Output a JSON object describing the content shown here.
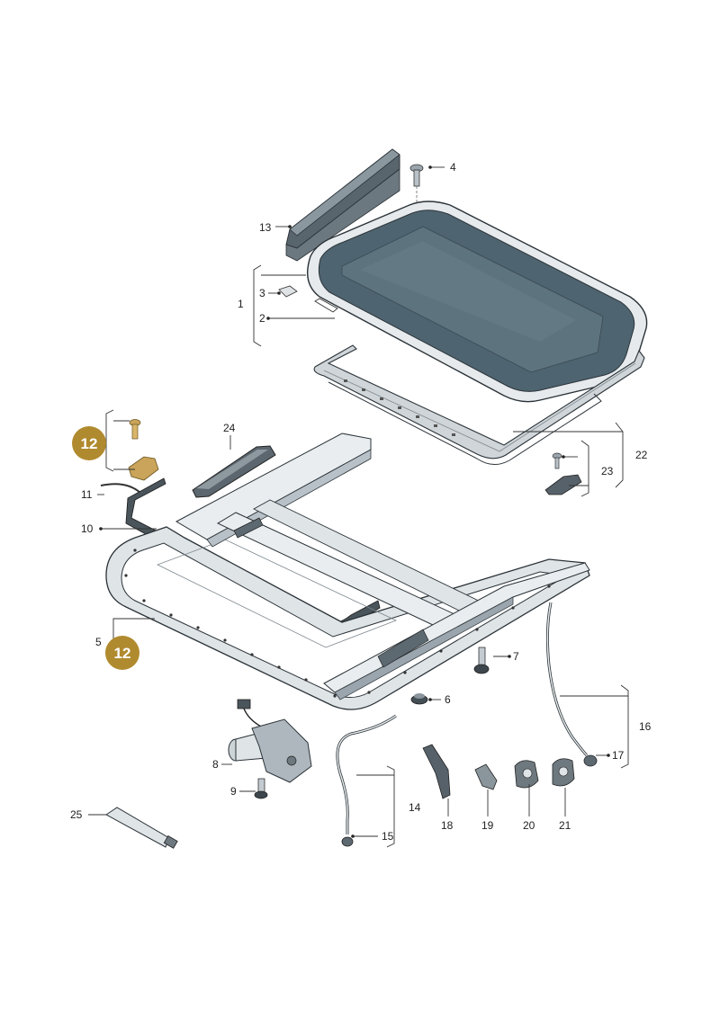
{
  "labels": {
    "p1": "1",
    "p2": "2",
    "p3": "3",
    "p4": "4",
    "p5": "5",
    "p6": "6",
    "p7": "7",
    "p8": "8",
    "p9": "9",
    "p10": "10",
    "p11": "11",
    "p13": "13",
    "p14": "14",
    "p15": "15",
    "p16": "16",
    "p17": "17",
    "p18": "18",
    "p19": "19",
    "p20": "20",
    "p21": "21",
    "p22": "22",
    "p23": "23",
    "p24": "24",
    "p25": "25"
  },
  "badges": {
    "b1": "12",
    "b2": "12"
  },
  "colors": {
    "badge": "#b08a2e",
    "glass": "#4e6470",
    "frame": "#d9dee2",
    "part_dark": "#5d6971",
    "highlight_part": "#c9a45a"
  }
}
